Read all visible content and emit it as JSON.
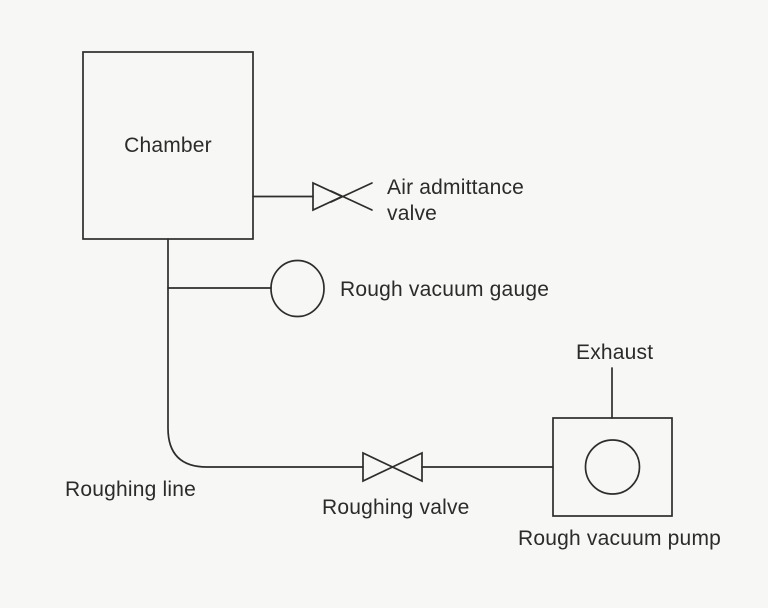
{
  "diagram": {
    "labels": {
      "chamber": "Chamber",
      "air_admittance_valve": [
        "Air admittance",
        "valve"
      ],
      "rough_vacuum_gauge": "Rough vacuum gauge",
      "exhaust": "Exhaust",
      "roughing_line": "Roughing line",
      "roughing_valve": "Roughing valve",
      "rough_vacuum_pump": "Rough vacuum pump"
    },
    "colors": {
      "background": "#f7f7f5",
      "line": "#2d2d2d",
      "text": "#2b2b2b"
    },
    "components": [
      {
        "id": "chamber",
        "label": "Chamber",
        "symbol": "rectangle-box"
      },
      {
        "id": "air-admittance-valve",
        "label": "Air admittance valve",
        "symbol": "triangle-with-open-cross-valve"
      },
      {
        "id": "rough-vacuum-gauge",
        "label": "Rough vacuum gauge",
        "symbol": "circle-gauge"
      },
      {
        "id": "roughing-line",
        "label": "Roughing line",
        "symbol": "elbow-pipe-line"
      },
      {
        "id": "roughing-valve",
        "label": "Roughing valve",
        "symbol": "bowtie-valve"
      },
      {
        "id": "rough-vacuum-pump",
        "label": "Rough vacuum pump",
        "symbol": "box-with-circle"
      },
      {
        "id": "exhaust",
        "label": "Exhaust",
        "symbol": "vertical-pipe-stub"
      }
    ],
    "connections": [
      {
        "from": "chamber",
        "to": "air-admittance-valve"
      },
      {
        "from": "chamber",
        "to": "rough-vacuum-gauge"
      },
      {
        "from": "chamber",
        "to": "roughing-valve",
        "via": "roughing-line"
      },
      {
        "from": "roughing-valve",
        "to": "rough-vacuum-pump"
      },
      {
        "from": "rough-vacuum-pump",
        "to": "exhaust"
      }
    ]
  }
}
